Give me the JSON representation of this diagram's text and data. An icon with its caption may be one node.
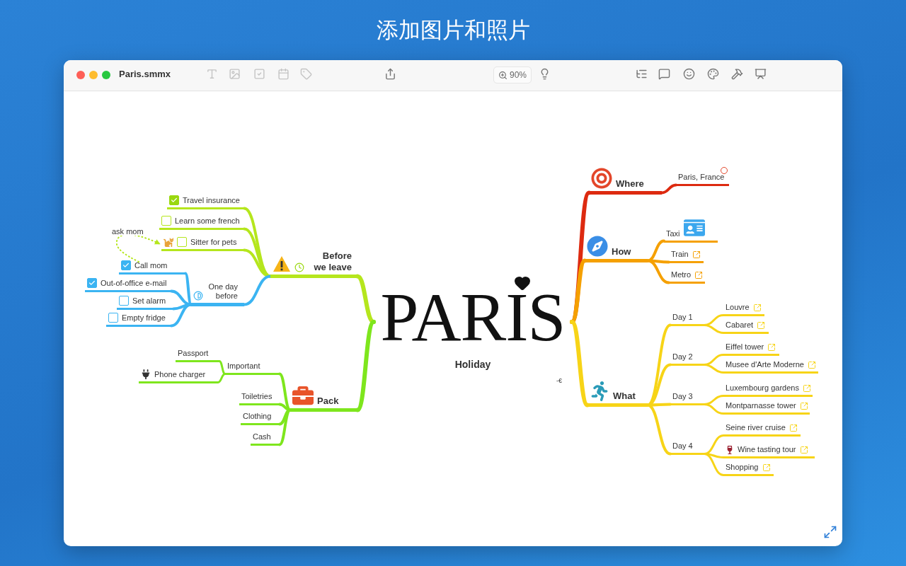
{
  "diagram": {
    "title": "添加图片和照片",
    "nodes": [
      {
        "text": [
          "PARIS",
          "Holiday"
        ]
      },
      {
        "text": [
          "Before we leave"
        ]
      },
      {
        "text": [
          "Travel insurance"
        ]
      },
      {
        "text": [
          "Learn some french"
        ]
      },
      {
        "text": [
          "Sitter for pets"
        ]
      },
      {
        "text": [
          "One day before"
        ]
      },
      {
        "text": [
          "Call mom"
        ]
      },
      {
        "text": [
          "Out-of-office e-mail"
        ]
      },
      {
        "text": [
          "Set alarm"
        ]
      },
      {
        "text": [
          "Empty fridge"
        ]
      },
      {
        "text": [
          "Pack"
        ]
      },
      {
        "text": [
          "Important"
        ]
      },
      {
        "text": [
          "Passport"
        ]
      },
      {
        "text": [
          "Phone charger"
        ]
      },
      {
        "text": [
          "Toiletries"
        ]
      },
      {
        "text": [
          "Clothing"
        ]
      },
      {
        "text": [
          "Cash"
        ]
      },
      {
        "text": [
          "Where"
        ]
      },
      {
        "text": [
          "Paris, France"
        ]
      },
      {
        "text": [
          "How"
        ]
      },
      {
        "text": [
          "Taxi"
        ]
      },
      {
        "text": [
          "Train"
        ]
      },
      {
        "text": [
          "Metro"
        ]
      },
      {
        "text": [
          "What"
        ]
      },
      {
        "text": [
          "Day 1"
        ]
      },
      {
        "text": [
          "Louvre"
        ]
      },
      {
        "text": [
          "Cabaret"
        ]
      },
      {
        "text": [
          "Day 2"
        ]
      },
      {
        "text": [
          "Eiffel tower"
        ]
      },
      {
        "text": [
          "Musee d'Arte Moderne"
        ]
      },
      {
        "text": [
          "Day 3"
        ]
      },
      {
        "text": [
          "Luxembourg gardens"
        ]
      },
      {
        "text": [
          "Montparnasse tower"
        ]
      },
      {
        "text": [
          "Day 4"
        ]
      },
      {
        "text": [
          "Seine river cruise"
        ]
      },
      {
        "text": [
          "Wine tasting tour"
        ]
      },
      {
        "text": [
          "Shopping"
        ]
      }
    ],
    "edges": [
      {
        "from": 0,
        "to": 1,
        "arrow": "none",
        "color": "#b5e61d"
      },
      {
        "from": 1,
        "to": 2,
        "arrow": "none",
        "color": "#b5e61d"
      },
      {
        "from": 1,
        "to": 3,
        "arrow": "none",
        "color": "#b5e61d"
      },
      {
        "from": 1,
        "to": 4,
        "arrow": "none",
        "color": "#b5e61d"
      },
      {
        "from": 1,
        "to": 5,
        "arrow": "none",
        "color": "#3bb4f2"
      },
      {
        "from": 5,
        "to": 6,
        "arrow": "none",
        "color": "#3bb4f2"
      },
      {
        "from": 5,
        "to": 7,
        "arrow": "none",
        "color": "#3bb4f2"
      },
      {
        "from": 5,
        "to": 8,
        "arrow": "none",
        "color": "#3bb4f2"
      },
      {
        "from": 5,
        "to": 9,
        "arrow": "none",
        "color": "#3bb4f2"
      },
      {
        "from": 6,
        "to": 4,
        "arrow": "to",
        "label": "ask mom",
        "style": "dashed",
        "color": "#b5e61d"
      },
      {
        "from": 0,
        "to": 10,
        "arrow": "none",
        "color": "#7ee61d"
      },
      {
        "from": 10,
        "to": 11,
        "arrow": "none",
        "color": "#7ee61d"
      },
      {
        "from": 11,
        "to": 12,
        "arrow": "none",
        "color": "#7ee61d"
      },
      {
        "from": 11,
        "to": 13,
        "arrow": "none",
        "color": "#7ee61d"
      },
      {
        "from": 10,
        "to": 14,
        "arrow": "none",
        "color": "#7ee61d"
      },
      {
        "from": 10,
        "to": 15,
        "arrow": "none",
        "color": "#7ee61d"
      },
      {
        "from": 10,
        "to": 16,
        "arrow": "none",
        "color": "#7ee61d"
      },
      {
        "from": 0,
        "to": 17,
        "arrow": "none",
        "color": "#dd2a10"
      },
      {
        "from": 17,
        "to": 18,
        "arrow": "none",
        "color": "#dd2a10"
      },
      {
        "from": 0,
        "to": 19,
        "arrow": "none",
        "color": "#f5a000"
      },
      {
        "from": 19,
        "to": 20,
        "arrow": "none",
        "color": "#f5a000"
      },
      {
        "from": 19,
        "to": 21,
        "arrow": "none",
        "color": "#f5a000"
      },
      {
        "from": 19,
        "to": 22,
        "arrow": "none",
        "color": "#f5a000"
      },
      {
        "from": 0,
        "to": 23,
        "arrow": "none",
        "color": "#f7d417"
      },
      {
        "from": 23,
        "to": 24,
        "arrow": "none",
        "color": "#f7d417"
      },
      {
        "from": 24,
        "to": 25,
        "arrow": "none",
        "color": "#f7d417"
      },
      {
        "from": 24,
        "to": 26,
        "arrow": "none",
        "color": "#f7d417"
      },
      {
        "from": 23,
        "to": 27,
        "arrow": "none",
        "color": "#f7d417"
      },
      {
        "from": 27,
        "to": 28,
        "arrow": "none",
        "color": "#f7d417"
      },
      {
        "from": 27,
        "to": 29,
        "arrow": "none",
        "color": "#f7d417"
      },
      {
        "from": 23,
        "to": 30,
        "arrow": "none",
        "color": "#f7d417"
      },
      {
        "from": 30,
        "to": 31,
        "arrow": "none",
        "color": "#f7d417"
      },
      {
        "from": 30,
        "to": 32,
        "arrow": "none",
        "color": "#f7d417"
      },
      {
        "from": 23,
        "to": 33,
        "arrow": "none",
        "color": "#f7d417"
      },
      {
        "from": 33,
        "to": 34,
        "arrow": "none",
        "color": "#f7d417"
      },
      {
        "from": 33,
        "to": 35,
        "arrow": "none",
        "color": "#f7d417"
      },
      {
        "from": 33,
        "to": 36,
        "arrow": "none",
        "color": "#f7d417"
      }
    ],
    "labels": [
      "Paris.smmx",
      "90%",
      "-€"
    ]
  }
}
